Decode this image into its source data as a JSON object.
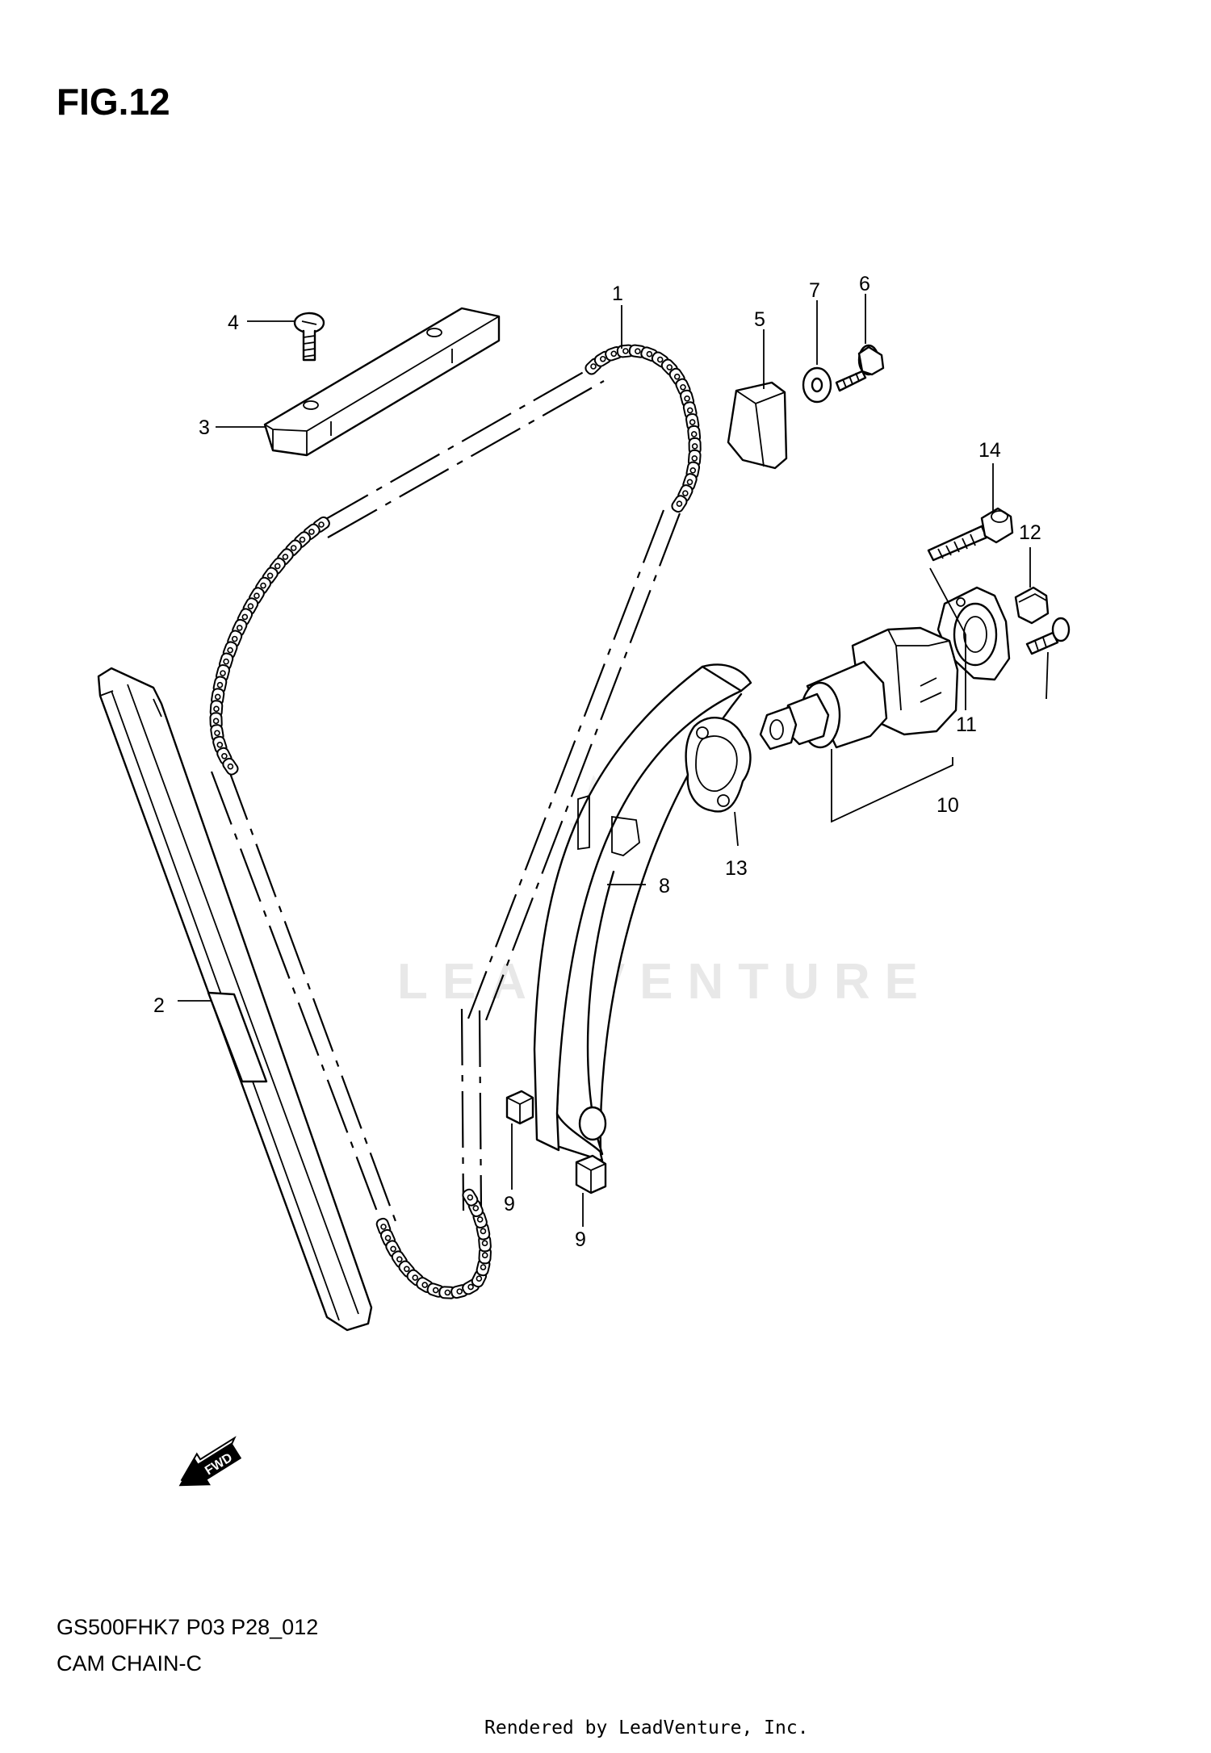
{
  "figure_title": "FIG.12",
  "model_code": "GS500FHK7 P03 P28_012",
  "assembly_name": "CAM CHAIN-C",
  "rendered_by": "Rendered by LeadVenture, Inc.",
  "watermark": "LEADVENTURE",
  "direction_badge": "FWD",
  "callouts": [
    "1",
    "2",
    "3",
    "4",
    "5",
    "6",
    "7",
    "8",
    "9",
    "9",
    "10",
    "11",
    "12",
    "13",
    "14"
  ]
}
